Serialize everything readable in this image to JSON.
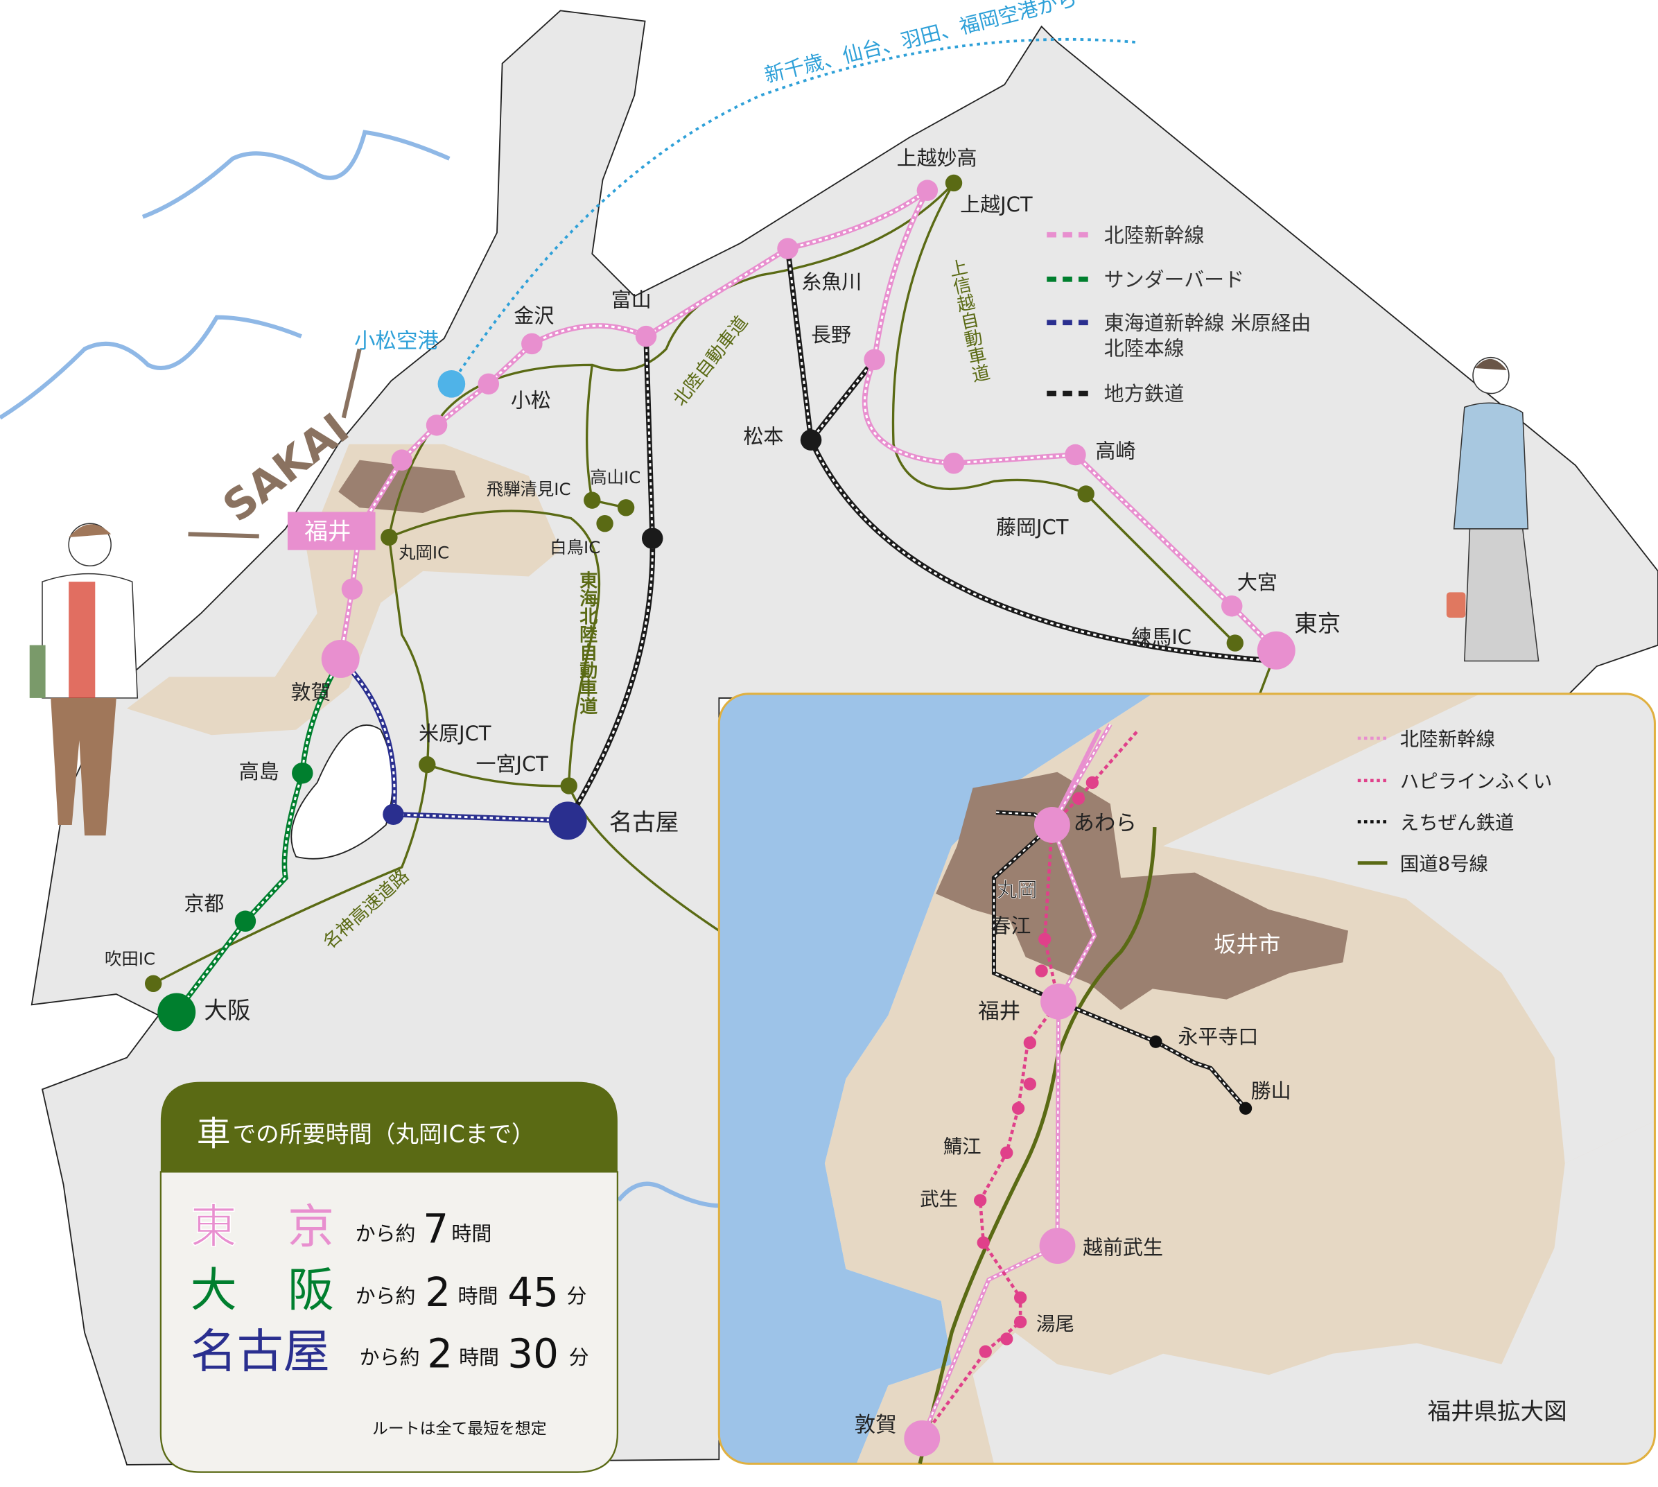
{
  "colors": {
    "shinkansen": "#e88fcf",
    "thunderbird": "#007f2e",
    "tokaido": "#2a2f8f",
    "local": "#1a1a1a",
    "expressway": "#5a6a14",
    "sea_wave": "#8fb8e6",
    "airport": "#4fb3e8",
    "inset_border": "#e0b040",
    "fukui_area": "#e6d8c4",
    "sakai_area": "#9b8070"
  },
  "flight_route": "新千歳、仙台、羽田、福岡空港から",
  "airport": "小松空港",
  "sakai_logo": "SAKAI",
  "stations": {
    "joetsumyoko": "上越妙高",
    "joetsu_jct": "上越JCT",
    "itoigawa": "糸魚川",
    "nagano": "長野",
    "matsumoto": "松本",
    "takasaki": "高崎",
    "fujioka_jct": "藤岡JCT",
    "omiya": "大宮",
    "tokyo": "東京",
    "nerima_ic": "練馬IC",
    "toyama": "富山",
    "kanazawa": "金沢",
    "komatsu": "小松",
    "fukui": "福井",
    "maruoka_ic": "丸岡IC",
    "hida_kiyomi_ic": "飛騨清見IC",
    "takayama_ic": "高山IC",
    "shirotori_ic": "白鳥IC",
    "tsuruga": "敦賀",
    "maibara_jct": "米原JCT",
    "ichinomiya_jct": "一宮JCT",
    "nagoya": "名古屋",
    "takashima": "高島",
    "kyoto": "京都",
    "suita_ic": "吹田IC",
    "osaka": "大阪"
  },
  "roads": {
    "hokuriku": "北陸自動車道",
    "tokai_hokuriku": "東海北陸自動車道",
    "joshinetsu": "上信越自動車道",
    "meishin": "名神高速道路"
  },
  "legend": [
    {
      "label": "北陸新幹線"
    },
    {
      "label": "サンダーバード"
    },
    {
      "label": "東海道新幹線 米原経由",
      "label2": "北陸本線"
    },
    {
      "label": "地方鉄道"
    }
  ],
  "time_box": {
    "title_big": "車",
    "title": "での所要時間（丸岡ICまで）",
    "rows": [
      {
        "city_a": "東",
        "city_b": "京",
        "prefix": "から約",
        "hours": "7",
        "hours_unit": "時間",
        "minutes": "",
        "minutes_unit": ""
      },
      {
        "city_a": "大",
        "city_b": "阪",
        "prefix": "から約",
        "hours": "2",
        "hours_unit": "時間",
        "minutes": "45",
        "minutes_unit": "分"
      },
      {
        "city": "名古屋",
        "prefix": "から約",
        "hours": "2",
        "hours_unit": "時間",
        "minutes": "30",
        "minutes_unit": "分"
      }
    ],
    "note": "ルートは全て最短を想定"
  },
  "inset": {
    "title": "福井県拡大図",
    "legend": [
      {
        "label": "北陸新幹線"
      },
      {
        "label": "ハピラインふくい"
      },
      {
        "label": "えちぜん鉄道"
      },
      {
        "label": "国道8号線"
      }
    ],
    "places": {
      "awara": "あわら",
      "maruoka": "丸岡",
      "harue": "春江",
      "sakai_city": "坂井市",
      "fukui": "福井",
      "eiheijiguchi": "永平寺口",
      "katsuyama": "勝山",
      "sabae": "鯖江",
      "takefu": "武生",
      "echizen_takefu": "越前武生",
      "yuno": "湯尾",
      "tsuruga": "敦賀"
    }
  }
}
